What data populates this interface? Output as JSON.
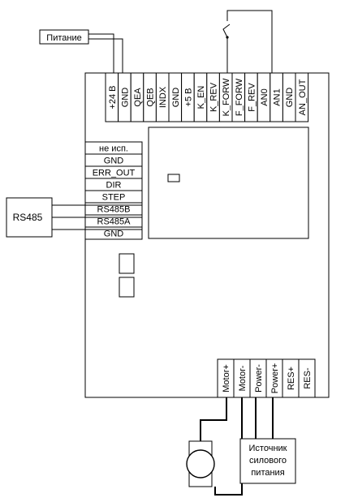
{
  "power_label": "Питание",
  "rs485_label": "RS485",
  "top_terminals": [
    "+24 В",
    "GND",
    "QEA",
    "QEB",
    "INDX",
    "GND",
    "+5 В",
    "K_EN",
    "K_REV",
    "K_FORW",
    "F_FORW",
    "F_REV",
    "AN0",
    "AN1",
    "GND",
    "AN_OUT"
  ],
  "left_terminals": [
    "не исп.",
    "GND",
    "ERR_OUT",
    "DIR",
    "STEP",
    "RS485B",
    "RS485A",
    "GND"
  ],
  "bottom_terminals": [
    "Motor+",
    "Motor-",
    "Power-",
    "Power+",
    "RES+",
    "RES-"
  ],
  "power_source_label": [
    "Источник",
    "силового",
    "питания"
  ]
}
